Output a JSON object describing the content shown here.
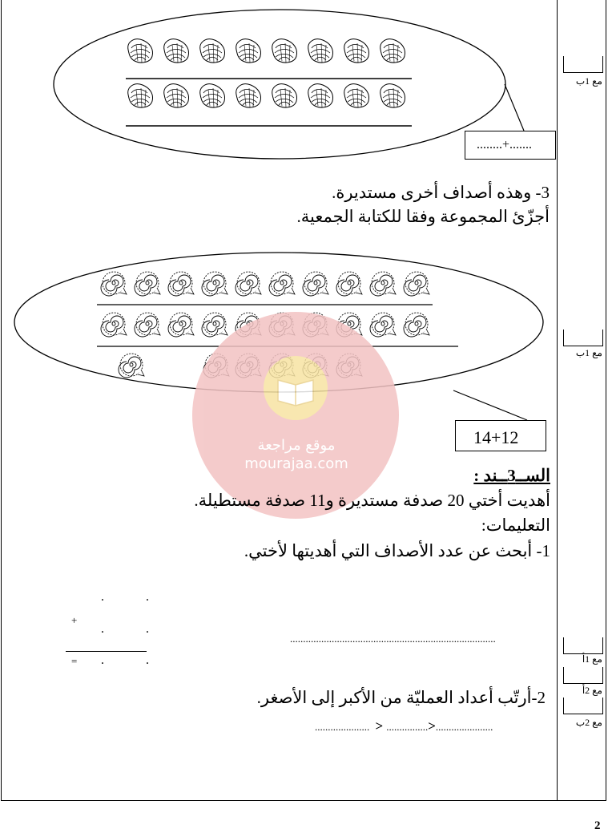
{
  "q2": {
    "answer_box": "........+......."
  },
  "q3": {
    "line1": "3- وهذه أصداف أخرى مستديرة.",
    "line2": "أجزّئ المجموعة وفقا للكتابة الجمعية.",
    "answer_box": "14+12"
  },
  "situation": {
    "heading": "الســ3ــند :",
    "statement": "أهديت أختي 20 صدفة مستديرة و11 صدفة مستطيلة.",
    "instructions_label": "التعليمات:",
    "task1": "1- أبحث عن عدد الأصداف التي أهديتها لأختي.",
    "task1_line": "...............................................................................",
    "plus_sign": "+",
    "equals_sign": "=",
    "task2": "2-أرتّب أعداد العمليّة من الأكبر إلى الأصغر.",
    "order_blank1": ".....................",
    "order_blank2": "................",
    "order_blank3": "......................",
    "gt": ">"
  },
  "margin": {
    "label_a": "مع 1ب",
    "label_b": "مع 1ب",
    "label_c": "مع 1أ",
    "label_d": "مع 2أ",
    "label_e": "مع 2ب"
  },
  "watermark": {
    "line1": "موقع مراجعة",
    "line2": "mourajaa.com"
  },
  "page_number": "2"
}
